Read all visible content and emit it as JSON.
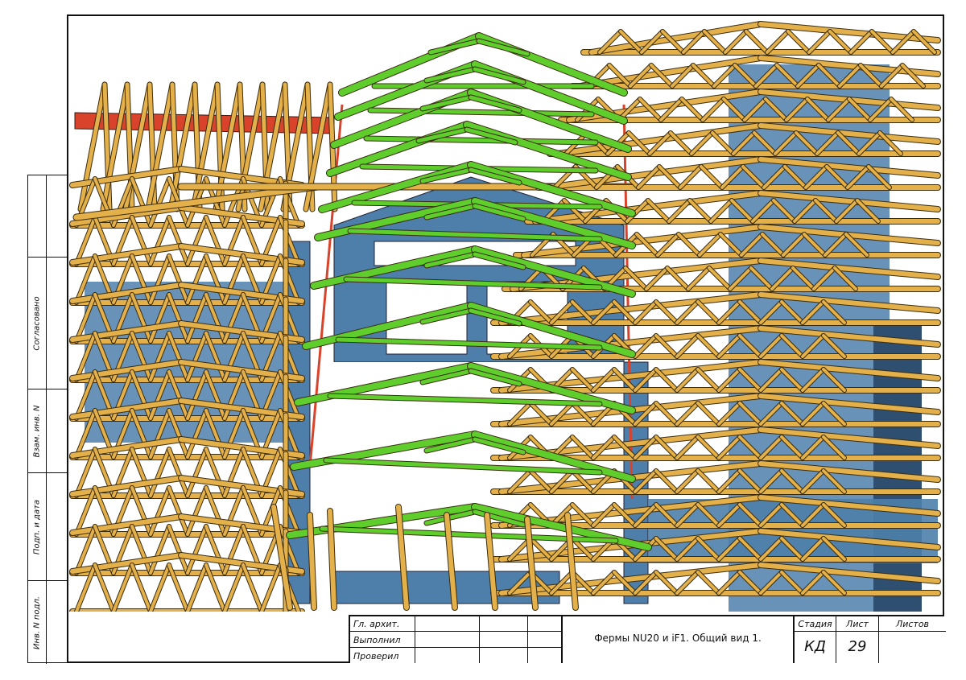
{
  "side_stamp": {
    "labels": [
      "Согласовано",
      "Взам. инв. N",
      "Подп. и дата",
      "Инв. N подл."
    ]
  },
  "title_block": {
    "roles": [
      "Гл. архит.",
      "Выполнил",
      "Проверил"
    ],
    "document_title": "Фермы NU20 и iF1. Общий вид 1.",
    "headers": {
      "stage": "Стадия",
      "sheet": "Лист",
      "sheets": "Листов"
    },
    "values": {
      "stage": "КД",
      "sheet": "29",
      "sheets": ""
    }
  },
  "drawing": {
    "colors": {
      "timber_truss": "#e3b04a",
      "timber_outline": "#3a2c10",
      "highlighted_truss": "#5fce2d",
      "walls": "#4e7faa",
      "beam": "#d9432b",
      "openings": "#ffffff"
    }
  }
}
